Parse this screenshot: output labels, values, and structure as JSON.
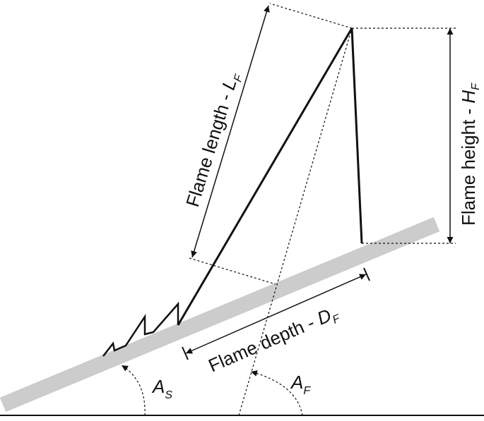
{
  "colors": {
    "ink": "#111111",
    "slope_fill": "#cccccc",
    "background": "#ffffff"
  },
  "labels": {
    "flame_length": {
      "text": "Flame length - ",
      "symbol": "L",
      "subscript": "F"
    },
    "flame_height": {
      "text": "Flame height - ",
      "symbol": "H",
      "subscript": "F"
    },
    "flame_depth": {
      "text": "Flame depth - ",
      "symbol": "D",
      "subscript": "F"
    },
    "slope_angle": {
      "symbol": "A",
      "subscript": "S"
    },
    "flame_angle": {
      "symbol": "A",
      "subscript": "F"
    }
  }
}
